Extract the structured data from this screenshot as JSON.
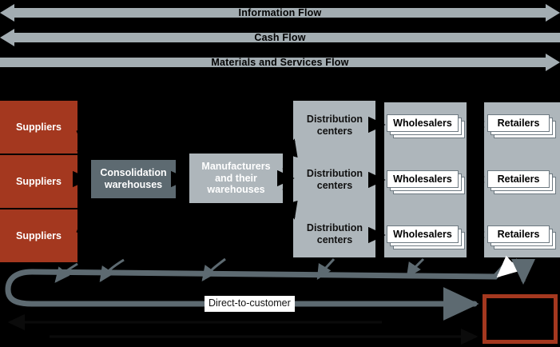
{
  "diagram": {
    "title": "Supply Chain Flow Diagram",
    "background": "#000000",
    "colors": {
      "supplier": "#A4381F",
      "consolidation": "#5D6A71",
      "manufacturer": "#AEB6BB",
      "column": "#AEB6BB",
      "flow_arrow": "#A3ADB2",
      "curve_arrow": "#5D6A71",
      "customer_outline": "#A4381F",
      "card": "#FFFFFF"
    }
  },
  "flows": [
    {
      "label": "Information Flow",
      "direction": "bidirectional"
    },
    {
      "label": "Cash Flow",
      "direction": "left"
    },
    {
      "label": "Materials and Services Flow",
      "direction": "right"
    }
  ],
  "suppliers": [
    {
      "label": "Suppliers"
    },
    {
      "label": "Suppliers"
    },
    {
      "label": "Suppliers"
    }
  ],
  "consolidation": {
    "label": "Consolidation warehouses"
  },
  "manufacturers": {
    "label": "Manufacturers and their warehouses"
  },
  "distribution_centers": [
    {
      "label": "Distribution centers"
    },
    {
      "label": "Distribution centers"
    },
    {
      "label": "Distribution centers"
    }
  ],
  "wholesalers": [
    {
      "label": "Wholesalers"
    },
    {
      "label": "Wholesalers"
    },
    {
      "label": "Wholesalers"
    }
  ],
  "retailers": [
    {
      "label": "Retailers"
    },
    {
      "label": "Retailers"
    },
    {
      "label": "Retailers"
    }
  ],
  "direct_to_customer": {
    "label": "Direct-to-customer"
  },
  "customer_box": {
    "label": ""
  }
}
